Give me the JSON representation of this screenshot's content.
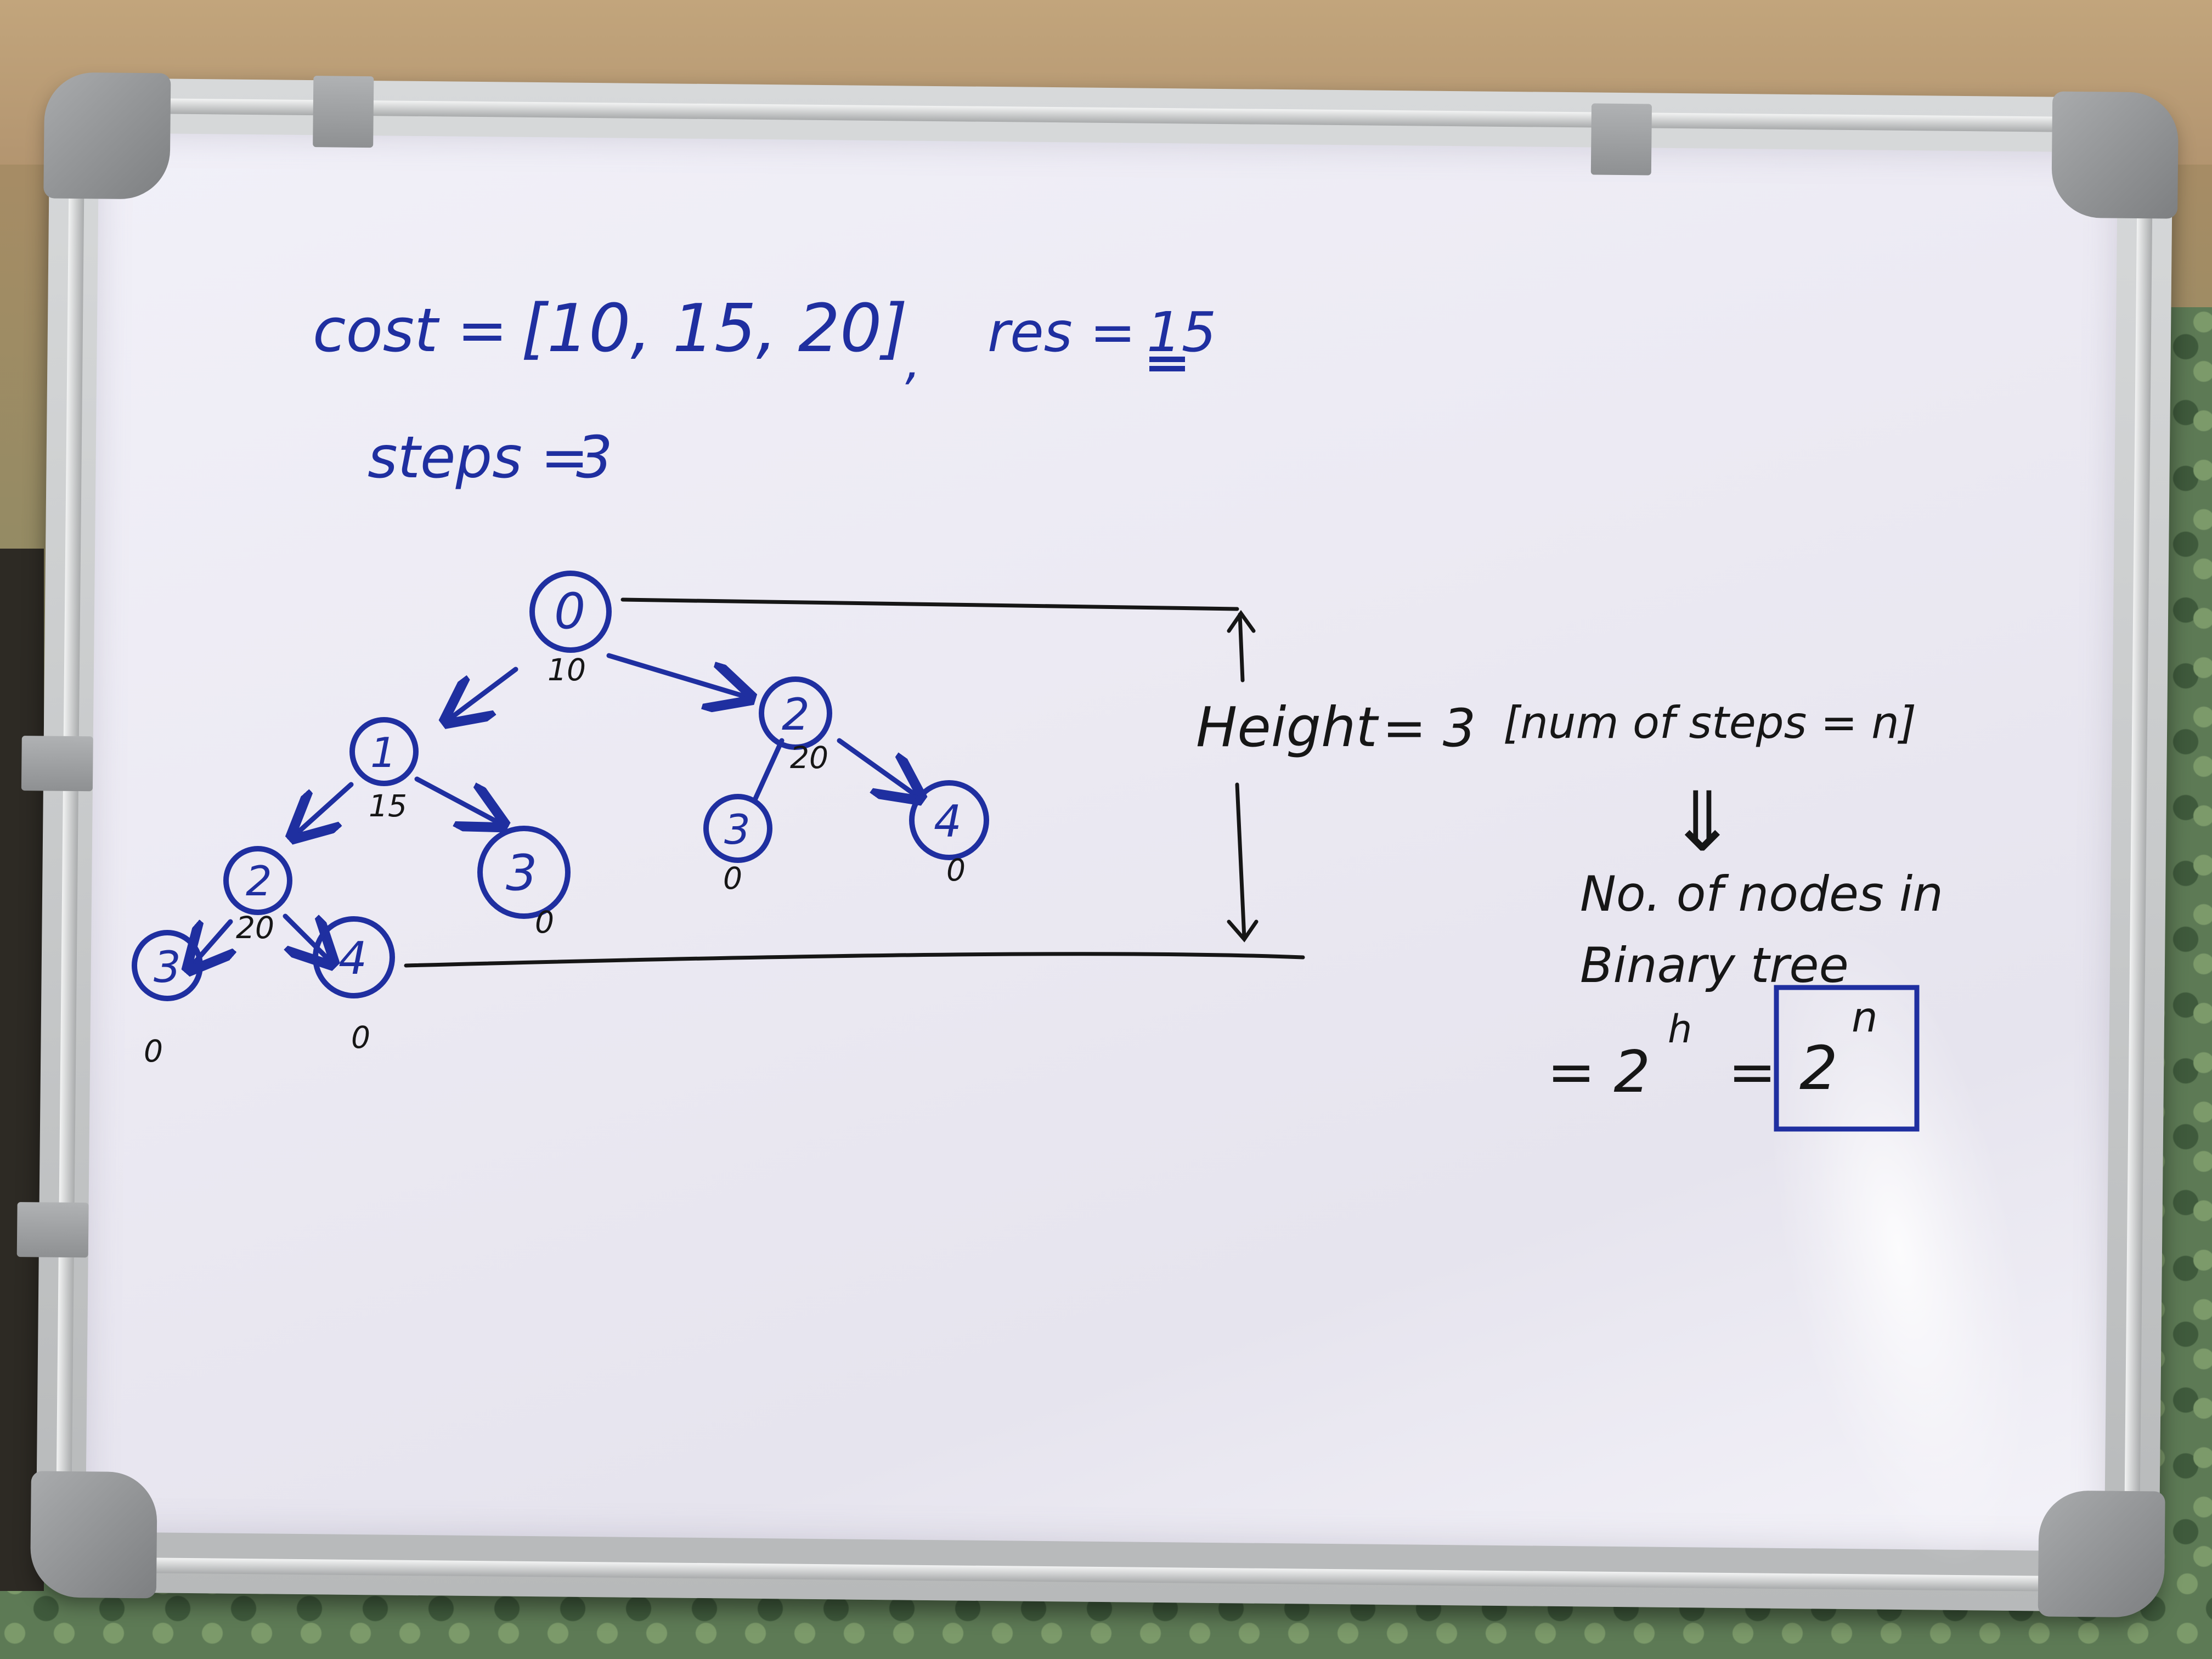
{
  "board_text": {
    "cost_label": "cost =",
    "cost_array": "[10, 15, 20]",
    "comma": ",",
    "res_label": "res =",
    "res_value": "15",
    "steps_label": "steps =",
    "steps_value": "3",
    "height_label": "Height",
    "height_eq": "= 3",
    "height_note": "[num of steps = n]",
    "implies": "⇓",
    "nodes_line1": "No. of nodes in",
    "nodes_line2": "Binary tree",
    "formula_eq1": "= 2",
    "formula_h": "h",
    "formula_eq2": "=",
    "boxed_base": "2",
    "boxed_exp": "n"
  },
  "tree": {
    "nodes": [
      {
        "id": "root",
        "label": "0",
        "edge_cost": "10"
      },
      {
        "id": "l1-left",
        "label": "1",
        "edge_cost": "15"
      },
      {
        "id": "l1-right",
        "label": "2",
        "edge_cost": "20"
      },
      {
        "id": "l2-left-left",
        "label": "2",
        "edge_cost": "20"
      },
      {
        "id": "l2-left-right",
        "label": "3",
        "edge_cost": "0"
      },
      {
        "id": "l2-right-left",
        "label": "3",
        "edge_cost": "0"
      },
      {
        "id": "l2-right-right",
        "label": "4",
        "edge_cost": "0"
      },
      {
        "id": "l3-left",
        "label": "3",
        "edge_cost": "0"
      },
      {
        "id": "l3-right",
        "label": "4",
        "edge_cost": "0"
      }
    ]
  },
  "colors": {
    "marker_blue": "#1f2fa0",
    "marker_black": "#161616",
    "board_white": "#eceaf3",
    "frame_silver": "#c8cacb"
  }
}
